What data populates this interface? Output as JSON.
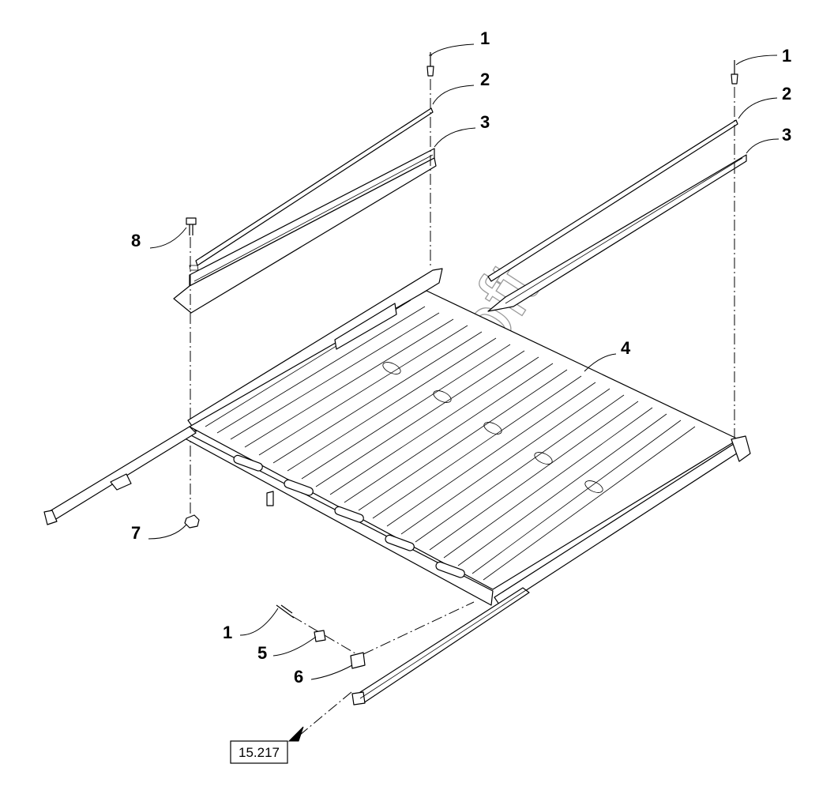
{
  "callouts": [
    {
      "id": "c1a",
      "label": "1"
    },
    {
      "id": "c2a",
      "label": "2"
    },
    {
      "id": "c3a",
      "label": "3"
    },
    {
      "id": "c1b",
      "label": "1"
    },
    {
      "id": "c2b",
      "label": "2"
    },
    {
      "id": "c3b",
      "label": "3"
    },
    {
      "id": "c8",
      "label": "8"
    },
    {
      "id": "c4",
      "label": "4"
    },
    {
      "id": "c7",
      "label": "7"
    },
    {
      "id": "c1c",
      "label": "1"
    },
    {
      "id": "c5",
      "label": "5"
    },
    {
      "id": "c6",
      "label": "6"
    }
  ],
  "reference": {
    "label": "15.217"
  },
  "watermark": {
    "text": "AutoSoft"
  }
}
